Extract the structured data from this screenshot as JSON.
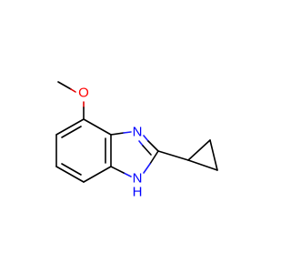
{
  "molecule": {
    "atoms": {
      "oxygen": {
        "symbol": "O",
        "color": "#ff0000"
      },
      "n_imine": {
        "symbol": "N",
        "color": "#0000ff"
      },
      "n_amine": {
        "symbol": "N",
        "color": "#0000ff"
      },
      "n_amine_h": {
        "symbol": "H",
        "color": "#0000ff"
      }
    },
    "bond_color": "#000000"
  }
}
